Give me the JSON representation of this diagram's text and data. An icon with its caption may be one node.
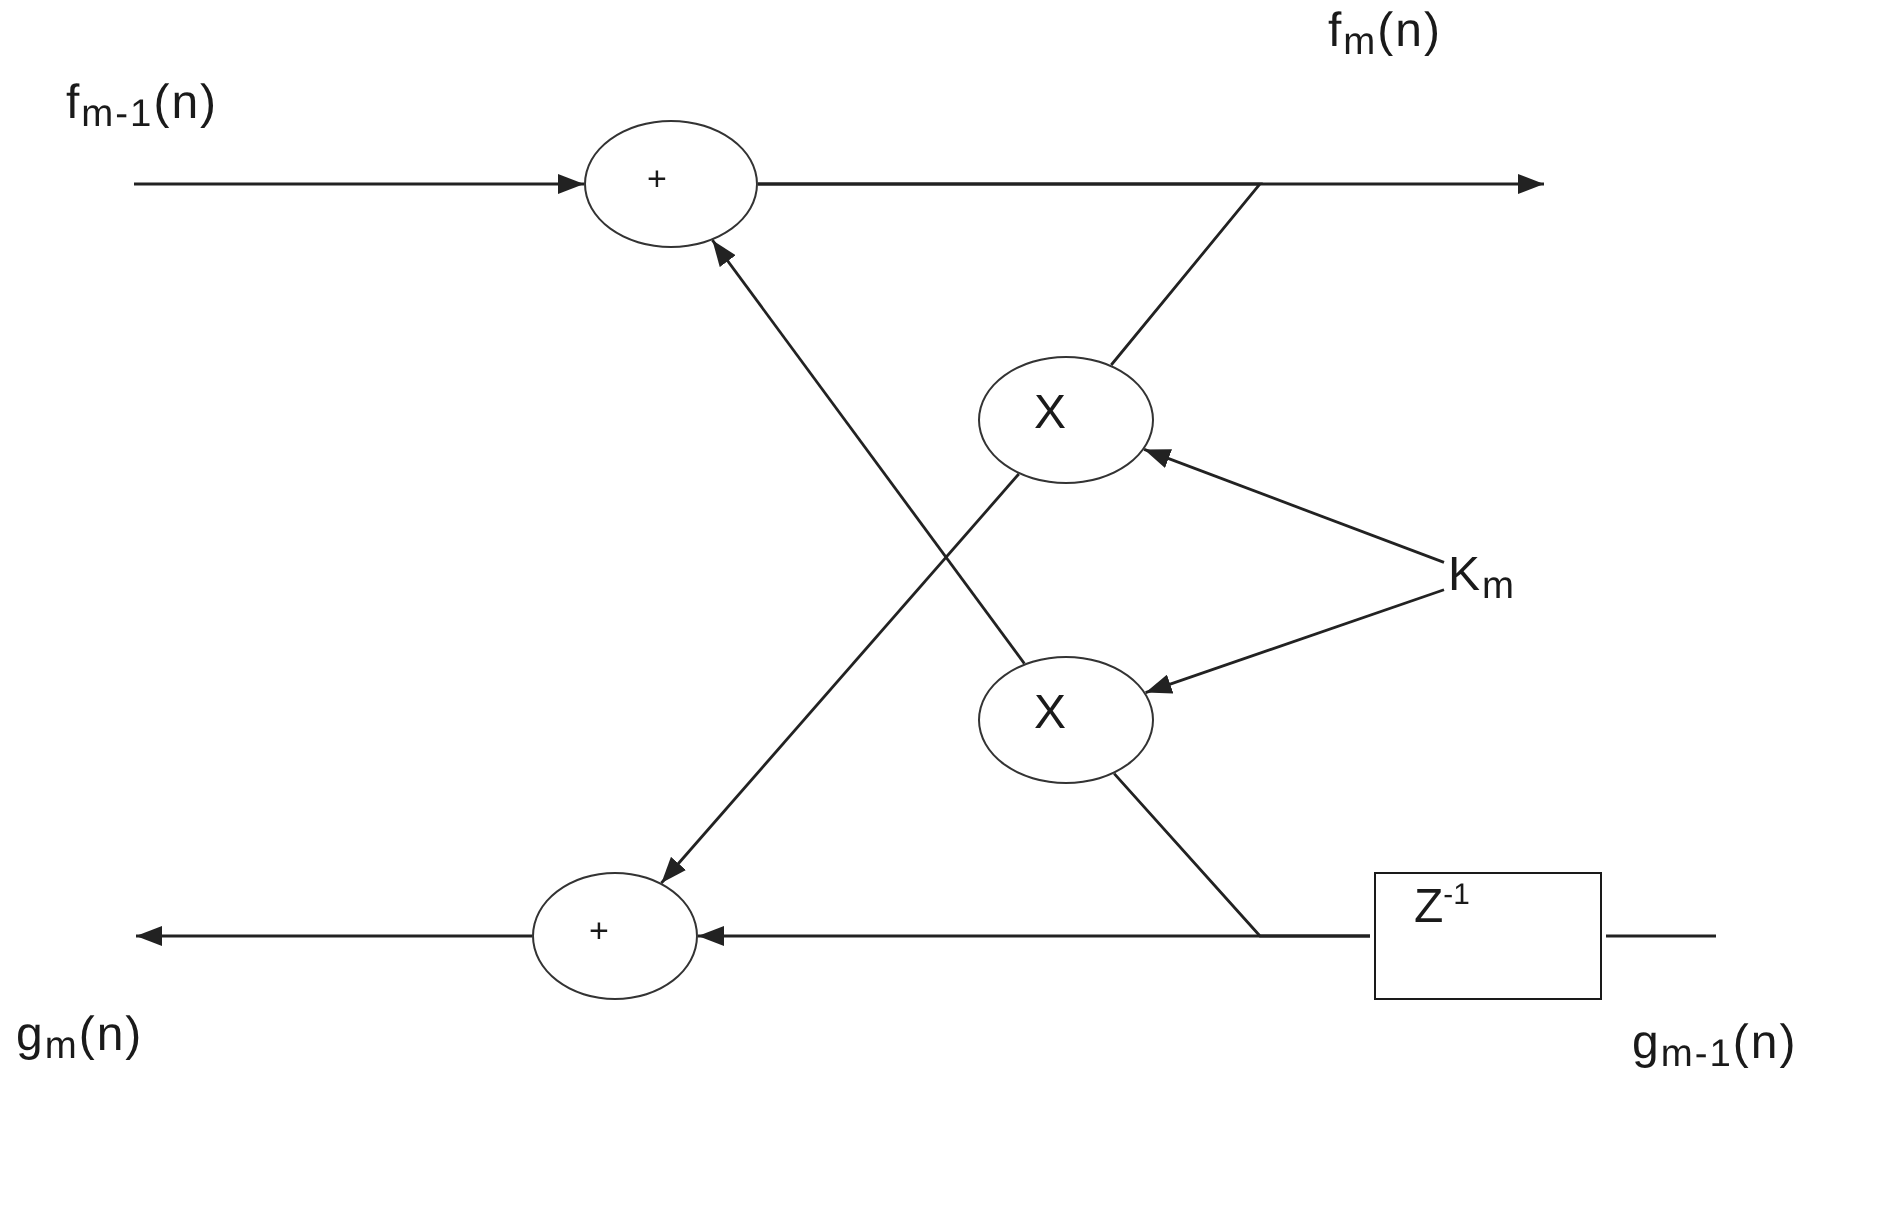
{
  "diagram": {
    "nodes": [
      {
        "text": [
          "+"
        ]
      },
      {
        "text": [
          "X"
        ]
      },
      {
        "text": [
          "K$_{m}$"
        ]
      },
      {
        "text": [
          "X"
        ]
      },
      {
        "text": [
          "+"
        ]
      },
      {
        "text": [
          "Z$^{-1}$"
        ]
      }
    ],
    "edges": [
      {
        "from": null,
        "to": 0,
        "arrow": "to"
      },
      {
        "from": 0,
        "to": null,
        "arrow": "to"
      },
      {
        "from": 0,
        "to": 1,
        "arrow": "none"
      },
      {
        "from": 1,
        "to": 4,
        "arrow": "to"
      },
      {
        "from": 3,
        "to": 0,
        "arrow": "to"
      },
      {
        "from": 2,
        "to": 1,
        "arrow": "to"
      },
      {
        "from": 2,
        "to": 3,
        "arrow": "to"
      },
      {
        "from": null,
        "to": 5,
        "arrow": "none"
      },
      {
        "from": 5,
        "to": 4,
        "arrow": "to"
      },
      {
        "from": 5,
        "to": 3,
        "arrow": "none"
      },
      {
        "from": 4,
        "to": null,
        "arrow": "to"
      }
    ],
    "labels": [
      "f$_{m-1}$(n)",
      "f$_{m}$(n)",
      "g$_{m}$(n)",
      "g$_{m-1}$(n)"
    ]
  }
}
